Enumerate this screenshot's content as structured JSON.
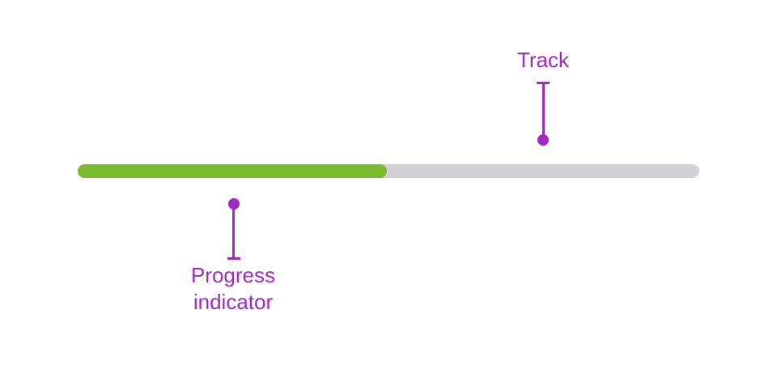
{
  "colors": {
    "annotation_purple": "#a229c4",
    "indicator_green": "#7aba2e",
    "track_gray": "#d2d2d6",
    "background": "#ffffff"
  },
  "progress_bar": {
    "progress_percent": 49.7
  },
  "annotations": {
    "track_label": "Track",
    "progress_indicator_label": "Progress indicator"
  }
}
